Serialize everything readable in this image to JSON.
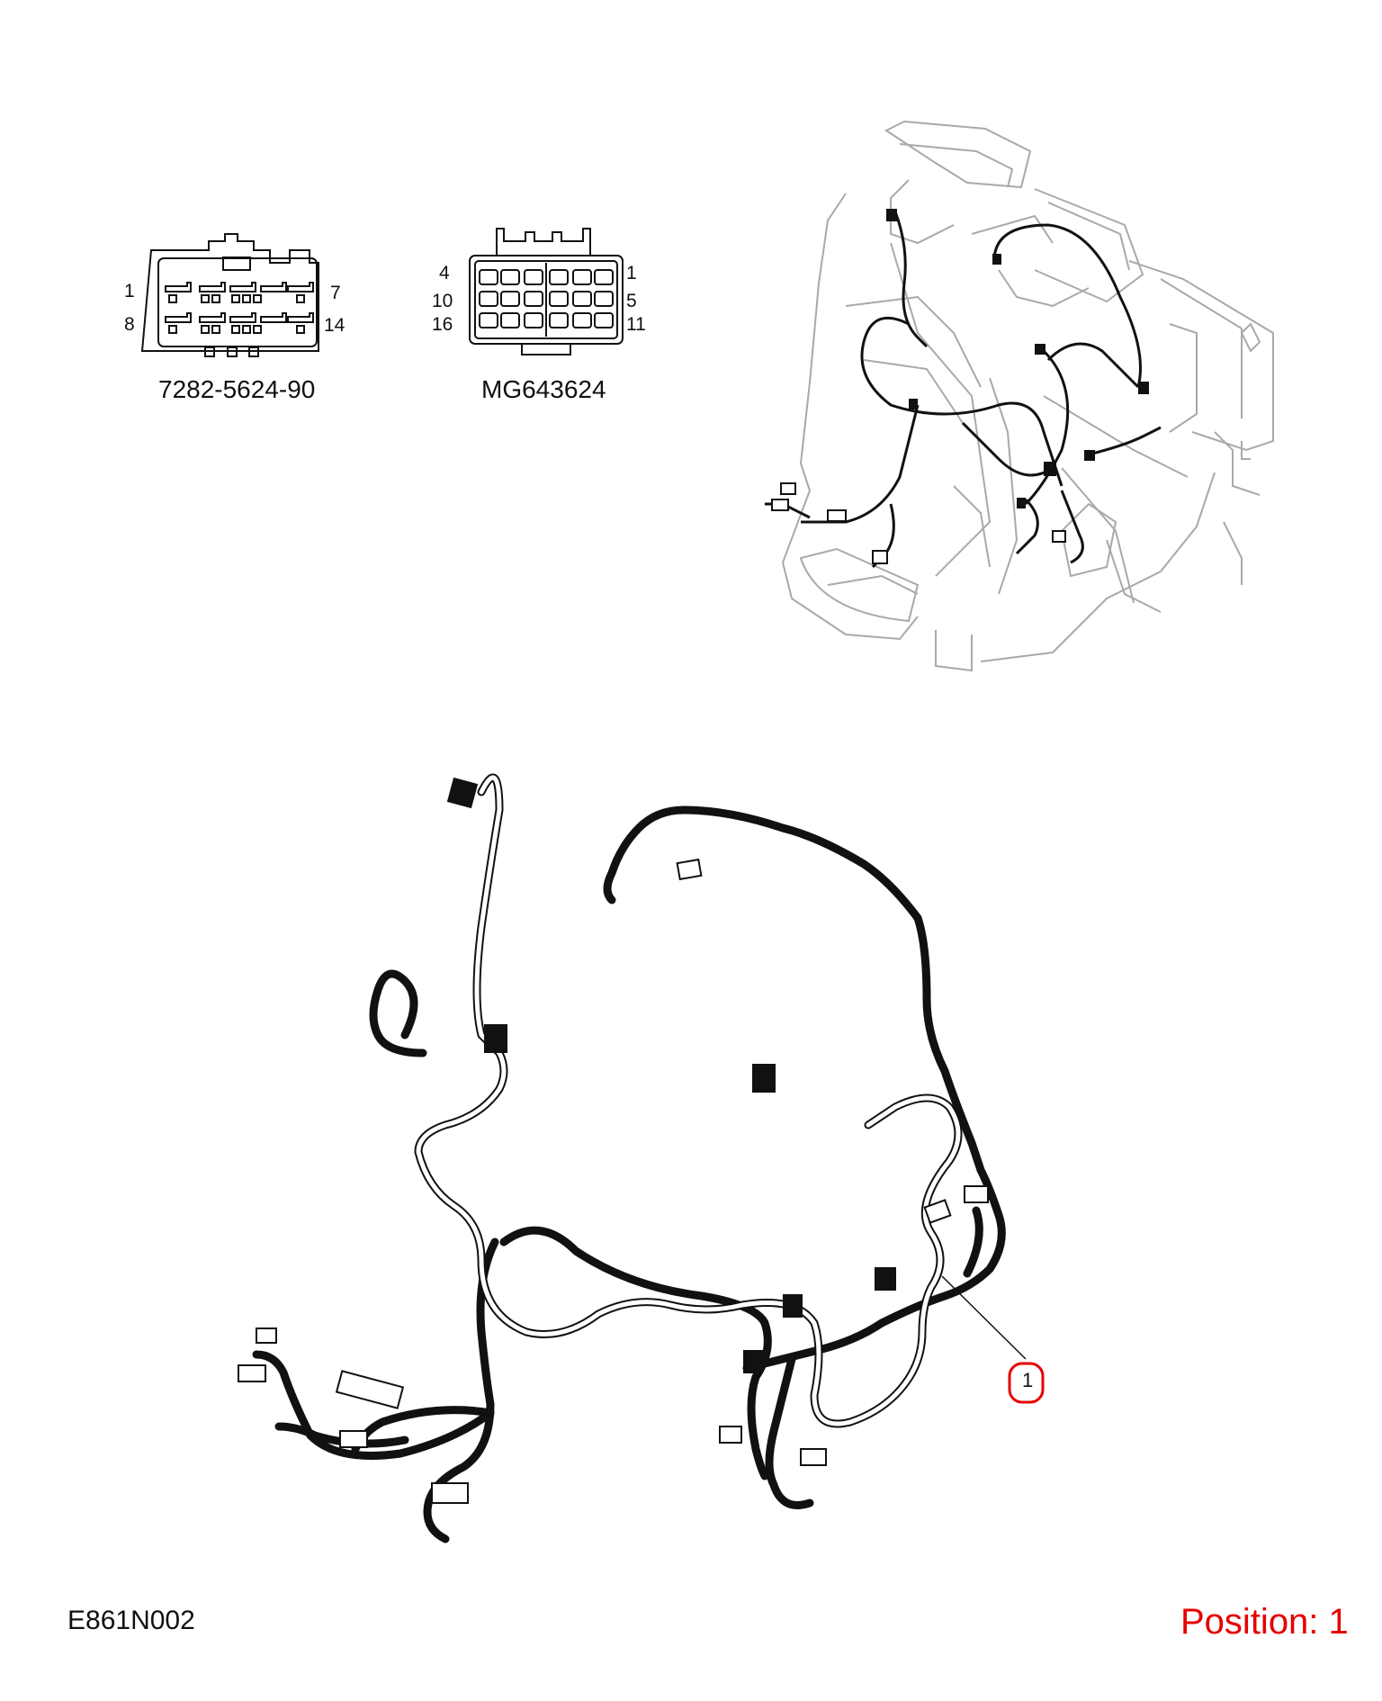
{
  "drawing": {
    "code": "E861N002",
    "position_label": "Position: 1",
    "accent_color": "#e60000"
  },
  "connectors": [
    {
      "part_number": "7282-5624-90",
      "pins": {
        "top_left": "1",
        "top_right": "7",
        "bottom_left": "8",
        "bottom_right": "14"
      }
    },
    {
      "part_number": "MG643624",
      "pins": {
        "top_left": "4",
        "top_right": "1",
        "mid_left": "10",
        "mid_right": "5",
        "bottom_left": "16",
        "bottom_right": "11"
      }
    }
  ],
  "callout": {
    "number": "1"
  }
}
